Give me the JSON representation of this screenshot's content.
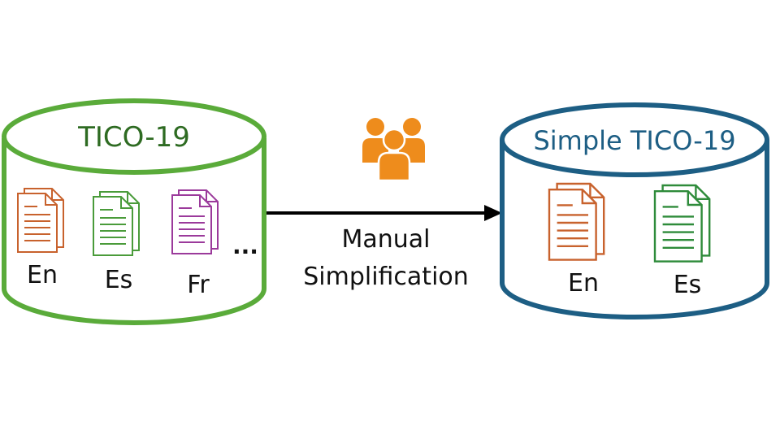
{
  "source_db": {
    "title": "TICO-19",
    "color": "#5aab3a",
    "title_color": "#2e6b22",
    "languages": [
      "En",
      "Es",
      "Fr"
    ],
    "more": "...",
    "doc_colors": [
      "#c8622d",
      "#4a9b3a",
      "#9b3a9b"
    ]
  },
  "process": {
    "label_line1": "Manual",
    "label_line2": "Simplification",
    "icon": "people-group-icon",
    "icon_color": "#ee8c1c"
  },
  "target_db": {
    "title": "Simple TICO-19",
    "color": "#1d5e84",
    "title_color": "#1d5e84",
    "languages": [
      "En",
      "Es"
    ],
    "doc_colors": [
      "#c8622d",
      "#2e8b3a"
    ]
  }
}
